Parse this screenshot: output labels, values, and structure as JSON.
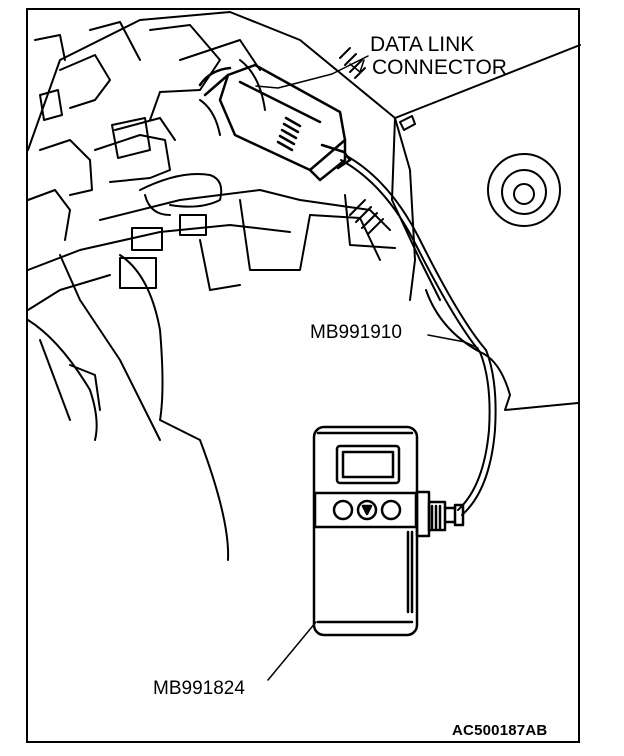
{
  "labels": {
    "connector_line1": "DATA LINK",
    "connector_line2": "CONNECTOR",
    "cable": "MB991910",
    "tool": "MB991824",
    "figure_id": "AC500187AB"
  },
  "tool_buttons": [
    "esc-button",
    "down-button",
    "enter-button"
  ],
  "colors": {
    "line": "#000000",
    "background": "#ffffff"
  }
}
